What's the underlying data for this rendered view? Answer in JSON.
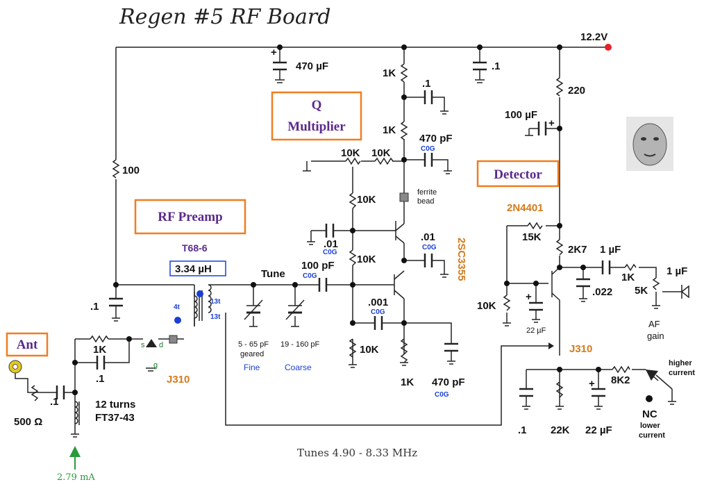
{
  "title": "Regen #5   RF Board",
  "supply": "12.2V",
  "footer": "Tunes 4.90 - 8.33 MHz",
  "current_readout": "2.79 mA",
  "blocks": {
    "ant": "Ant",
    "rf_preamp": "RF Preamp",
    "q_mult_1": "Q",
    "q_mult_2": "Multiplier",
    "detector": "Detector"
  },
  "components": {
    "c_470u": "470 µF",
    "c_pt1_top": ".1",
    "r_1k_a": "1K",
    "c_pt1_b": ".1",
    "r_1k_b": "1K",
    "c_470p_a": "470 pF",
    "c0g_a": "C0G",
    "r_220": "220",
    "c_100u": "100 µF",
    "r_100": "100",
    "r_10k_pot": "10K",
    "r_10k_a": "10K",
    "ferrite_1": "ferrite",
    "ferrite_2": "bead",
    "r_10k_b": "10K",
    "c_pt01_a": ".01",
    "c0g_b": "C0G",
    "r_10k_c": "10K",
    "q1": "2SC3355",
    "c_pt01_b": ".01",
    "c0g_c": "C0G",
    "toroid_core": "T68-6",
    "inductance": "3.34 µH",
    "tune": "Tune",
    "c_100p": "100 pF",
    "c0g_d": "C0G",
    "turns_4": "4t",
    "turns_13a": "13t",
    "turns_13b": "13t",
    "c_pt1_c": ".1",
    "var_fine_1": "5 - 65 pF",
    "var_fine_2": "geared",
    "var_coarse": "19 - 160 pF",
    "fine": "Fine",
    "coarse": "Coarse",
    "c_pt001": ".001",
    "c0g_e": "C0G",
    "r_10k_d": "10K",
    "r_1k_c": "1K",
    "c_470p_b": "470 pF",
    "c0g_f": "C0G",
    "r_1k_d": "1K",
    "c_pt1_d": ".1",
    "q_j310_a": "J310",
    "pin_s": "s",
    "pin_d": "d",
    "pin_g": "g",
    "c_pt1_e": ".1",
    "r_500": "500 Ω",
    "l_turns": "12 turns",
    "l_core": "FT37-43",
    "q_2n4401": "2N4401",
    "r_15k": "15K",
    "r_2k7": "2K7",
    "c_1u_a": "1 µF",
    "r_1k_e": "1K",
    "c_1u_b": "1 µF",
    "c_022": ".022",
    "r_5k": "5K",
    "af_1": "AF",
    "af_2": "gain",
    "r_10k_e": "10K",
    "c_22u_a": "22 µF",
    "q_j310_b": "J310",
    "r_8k2": "8K2",
    "higher_1": "higher",
    "higher_2": "current",
    "nc": "NC",
    "lower_1": "lower",
    "lower_2": "current",
    "c_pt1_f": ".1",
    "r_22k": "22K",
    "c_22u_b": "22 µF",
    "plus": "+"
  },
  "colors": {
    "block_border": "#f07d1f",
    "block_text": "#5b2a8c",
    "part_number": "#d47a1c",
    "dielectric": "#1a3fd6",
    "supply_dot": "#e8202a",
    "antenna": "#e6c919",
    "arrow": "#2a9a3a"
  }
}
